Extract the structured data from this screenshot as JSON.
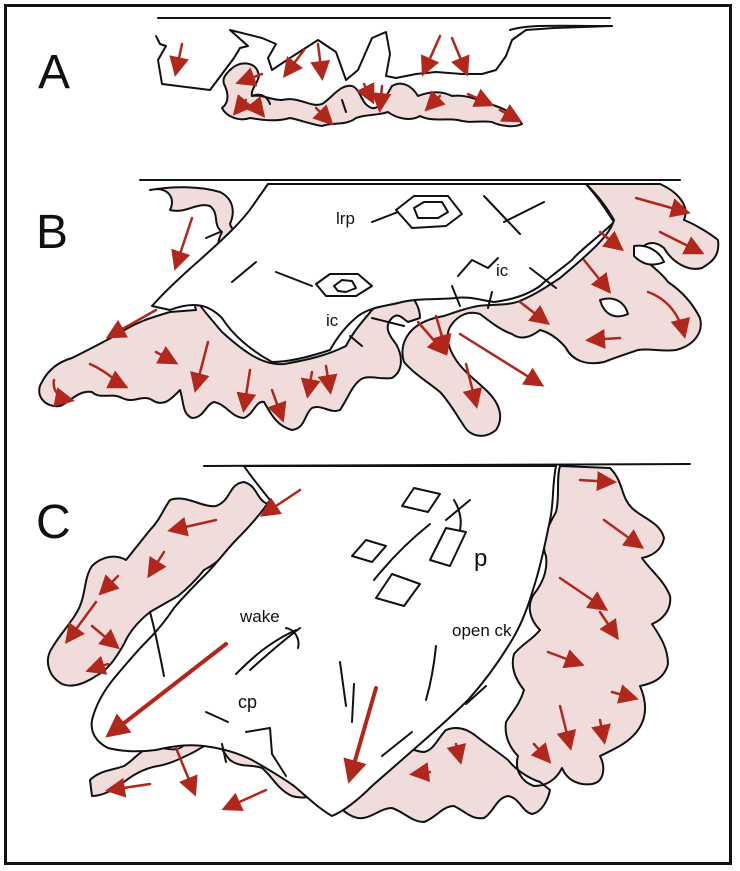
{
  "panels": [
    {
      "letter": "A",
      "labels": []
    },
    {
      "letter": "B",
      "labels": [
        "lrp",
        "ic",
        "ic"
      ]
    },
    {
      "letter": "C",
      "labels": [
        "p",
        "wake",
        "open ck",
        "cp"
      ]
    }
  ],
  "colors": {
    "arrow": "#b1271c",
    "melt_fill": "#f1dcdc",
    "outline": "#111111",
    "background": "#ffffff"
  }
}
